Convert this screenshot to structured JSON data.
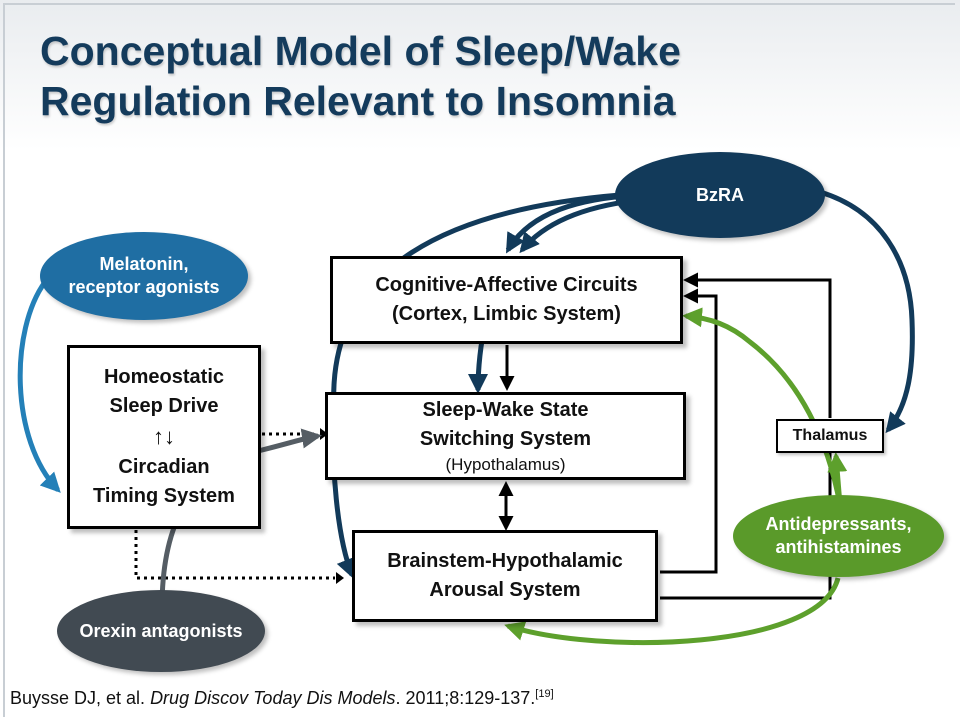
{
  "slide": {
    "title_line1": "Conceptual Model of Sleep/Wake",
    "title_line2": "Regulation Relevant to Insomnia"
  },
  "boxes": {
    "homeostatic": {
      "line1": "Homeostatic",
      "line2": "Sleep Drive",
      "arrows": "↑↓",
      "line3": "Circadian",
      "line4": "Timing System"
    },
    "cognitive": {
      "line1": "Cognitive-Affective Circuits",
      "line2": "(Cortex, Limbic System)"
    },
    "switching": {
      "line1": "Sleep-Wake State",
      "line2": "Switching System",
      "sub": "(Hypothalamus)"
    },
    "arousal": {
      "line1": "Brainstem-Hypothalamic",
      "line2": "Arousal System"
    },
    "thalamus": {
      "label": "Thalamus"
    }
  },
  "ellipses": {
    "bzra": {
      "label": "BzRA",
      "color": "#123a5a"
    },
    "melatonin": {
      "line1": "Melatonin,",
      "line2": "receptor agonists",
      "color": "#1f6ea3"
    },
    "antidepressants": {
      "line1": "Antidepressants,",
      "line2": "antihistamines",
      "color": "#5a9a2a"
    },
    "orexin": {
      "label": "Orexin antagonists",
      "color": "#414a52"
    }
  },
  "colors": {
    "title": "#143b5c",
    "bzra_arrow": "#123a5a",
    "melatonin_arrow": "#2480b8",
    "green_arrow": "#5da02c",
    "gray_arrow": "#555d64",
    "black": "#000000"
  },
  "citation": {
    "authors": "Buysse DJ, et al. ",
    "journal": "Drug Discov Today Dis Models",
    "details": ". 2011;8:129-137.",
    "ref": "[19]"
  }
}
